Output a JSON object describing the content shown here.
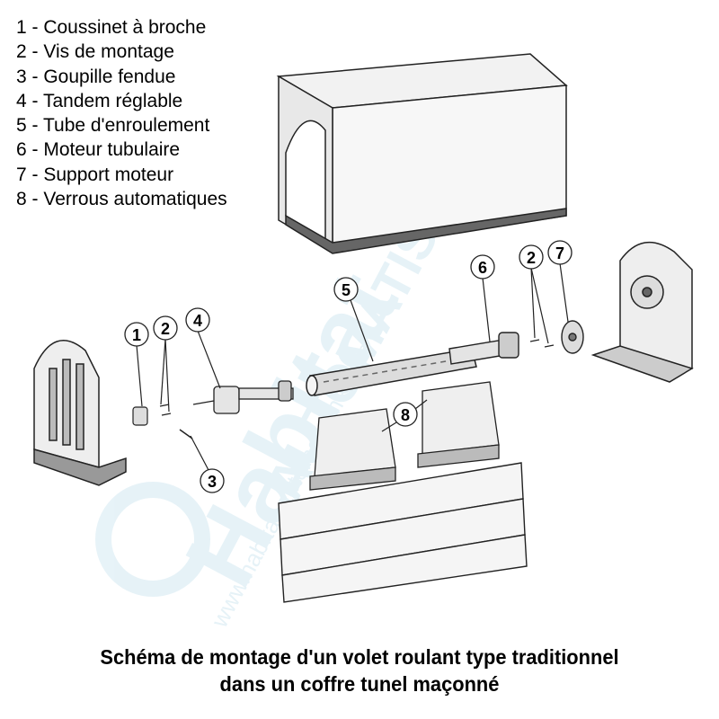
{
  "legend": [
    "1 - Coussinet à broche",
    "2 - Vis de montage",
    "3 - Goupille fendue",
    "4 - Tandem réglable",
    "5 - Tube d'enroulement",
    "6 - Moteur tubulaire",
    "7 - Support moteur",
    "8 - Verrous automatiques"
  ],
  "callouts": [
    "1",
    "2",
    "4",
    "5",
    "6",
    "2",
    "7",
    "8",
    "3"
  ],
  "caption": {
    "line1": "Schéma de montage d'un volet roulant type traditionnel",
    "line2": "dans un coffre tunel maçonné"
  },
  "watermark": {
    "brand": "Habitat Automatisme",
    "url": "www.habitat-automatisme.com",
    "color": "#b9dcea"
  }
}
